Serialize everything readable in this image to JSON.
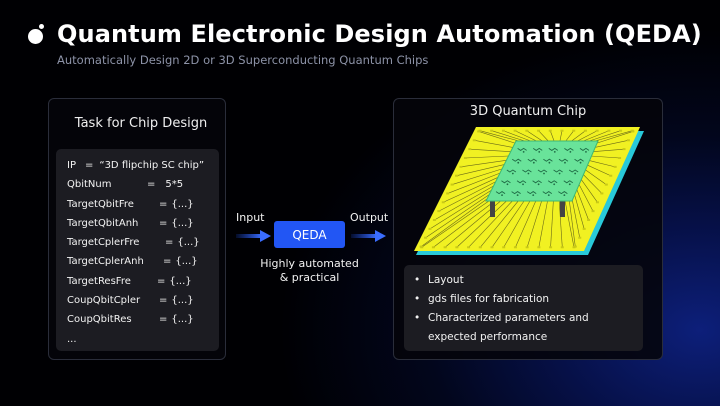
{
  "header": {
    "title": "Quantum Electronic Design Automation (QEDA)",
    "subtitle": "Automatically Design 2D or 3D Superconducting Quantum Chips"
  },
  "task_panel": {
    "title": "Task for Chip Design",
    "lines": [
      {
        "key": "IP",
        "sep": "=",
        "value": "“3D flipchip SC chip”"
      },
      {
        "key": "QbitNum",
        "sep": "=",
        "value": "5*5"
      },
      {
        "key": "TargetQbitFre",
        "sep": "=",
        "value": "{...}"
      },
      {
        "key": "TargetQbitAnh",
        "sep": "=",
        "value": "{...}"
      },
      {
        "key": "TargetCplerFre",
        "sep": "=",
        "value": "{...}"
      },
      {
        "key": "TargetCplerAnh",
        "sep": "=",
        "value": "{...}"
      },
      {
        "key": "TargetResFre",
        "sep": "=",
        "value": "{...}"
      },
      {
        "key": "CoupQbitCpler",
        "sep": "=",
        "value": "{...}"
      },
      {
        "key": "CoupQbitRes",
        "sep": "=",
        "value": "{...}"
      },
      {
        "key": "...",
        "sep": "",
        "value": ""
      }
    ]
  },
  "flow": {
    "input_label": "Input",
    "output_label": "Output",
    "qeda_label": "QEDA",
    "note_line1": "Highly automated",
    "note_line2": "& practical"
  },
  "chip_panel": {
    "title": "3D Quantum Chip",
    "outputs": [
      "Layout",
      "gds files for fabrication",
      "Characterized parameters and expected performance"
    ]
  },
  "colors": {
    "accent_blue": "#2256f4",
    "chip_yellow": "#f1f122",
    "chip_green": "#69e39a",
    "chip_edge": "#28c9d9"
  }
}
